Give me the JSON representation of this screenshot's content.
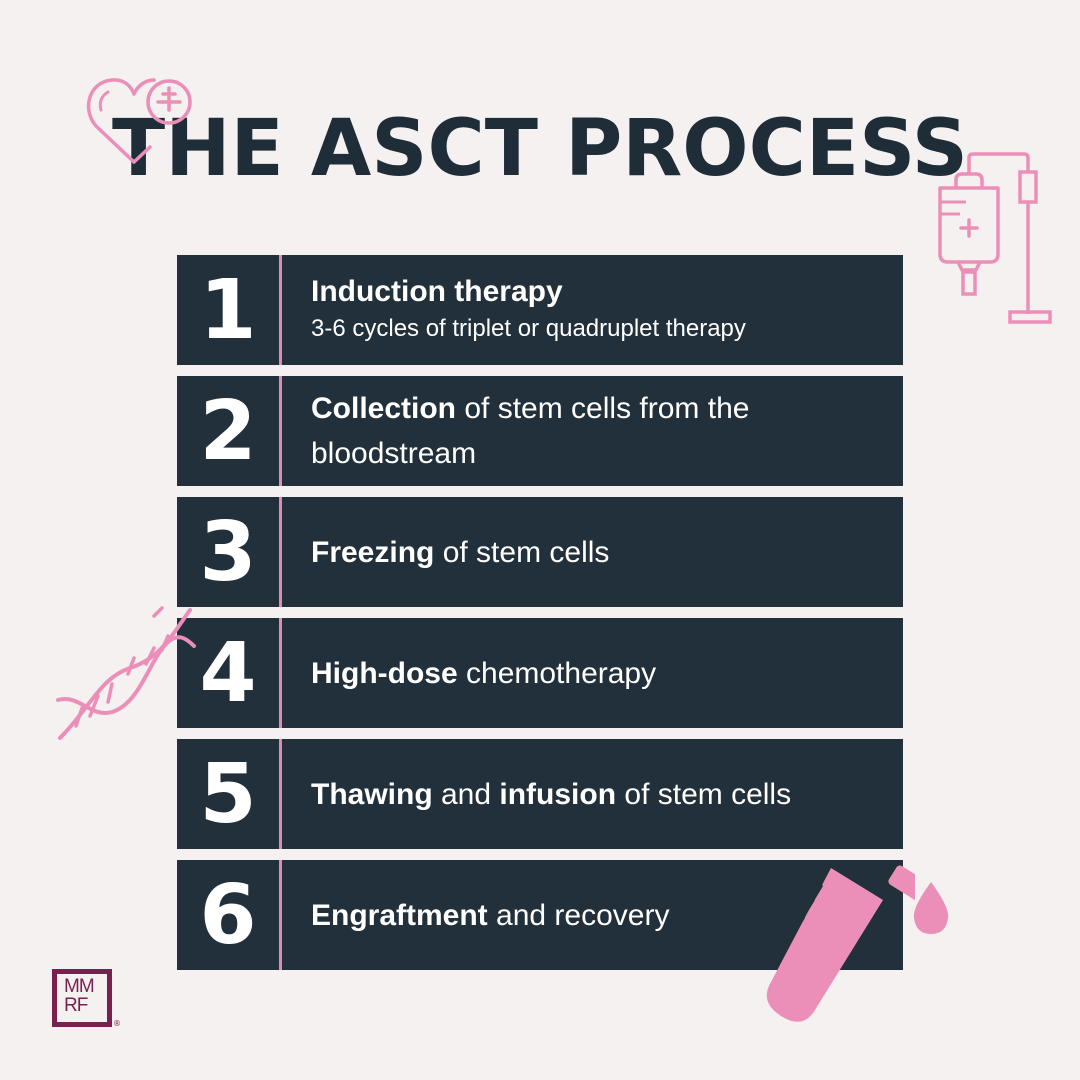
{
  "title": "THE ASCT PROCESS",
  "colors": {
    "background": "#f4f1f0",
    "title": "#1f2d38",
    "bar": "#22303b",
    "divider": "#e58ab5",
    "icon_pink": "#ec8fb8",
    "logo": "#7a1f4e"
  },
  "steps": [
    {
      "number": "1",
      "heading": "Induction therapy",
      "sub": "3-6 cycles of triplet or quadruplet therapy"
    },
    {
      "number": "2",
      "bold": "Collection",
      "rest": " of stem cells from the bloodstream"
    },
    {
      "number": "3",
      "bold": "Freezing",
      "rest": " of stem cells"
    },
    {
      "number": "4",
      "bold": "High-dose",
      "rest": " chemotherapy"
    },
    {
      "number": "5",
      "bold": "Thawing",
      "mid": " and ",
      "bold2": "infusion",
      "rest": " of stem cells"
    },
    {
      "number": "6",
      "bold": "Engraftment",
      "rest": " and recovery"
    }
  ],
  "logo": {
    "line1": "MM",
    "line2": "RF",
    "reg": "®"
  },
  "icons": [
    "heart-plus-icon",
    "iv-bag-icon",
    "dna-icon",
    "test-tube-icon",
    "blood-drop-icon"
  ]
}
